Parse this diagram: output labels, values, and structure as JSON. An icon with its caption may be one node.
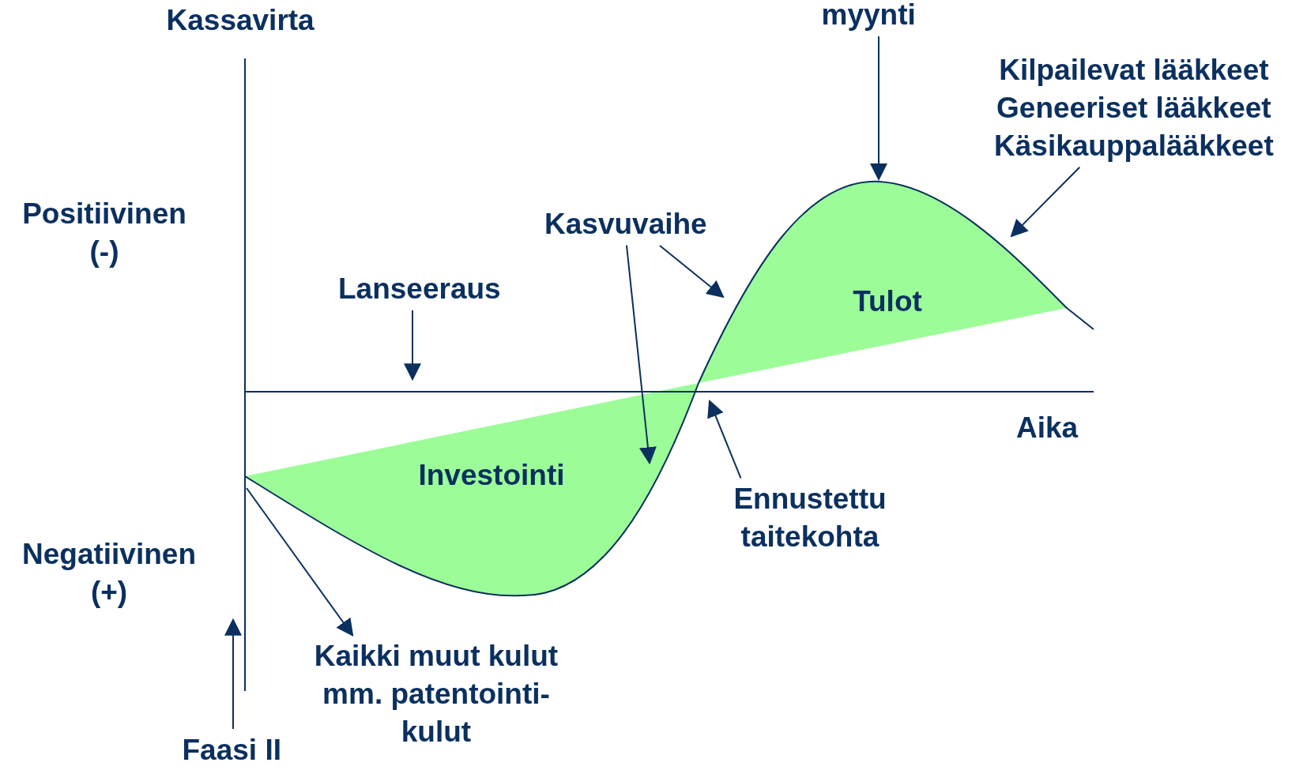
{
  "diagram": {
    "nodes": [
      {
        "text": [
          "myynti"
        ]
      },
      {
        "text": [
          "Kilpailevat lääkkeet",
          "Geneeriset lääkkeet",
          "Käsikauppalääkkeet"
        ]
      },
      {
        "text": [
          "Kasvuvaihe"
        ]
      },
      {
        "text": [
          "Lanseeraus"
        ]
      },
      {
        "text": [
          "Tulot"
        ]
      },
      {
        "text": [
          "Investointi"
        ]
      },
      {
        "text": [
          "Ennustettu taitekohta"
        ]
      },
      {
        "text": [
          "Kaikki muut kulut mm. patentointi- kulut"
        ]
      },
      {
        "text": [
          "Faasi II"
        ]
      }
    ],
    "edges": [
      {
        "from": 0,
        "to": 4,
        "arrow": "to"
      },
      {
        "from": 1,
        "to": 4,
        "arrow": "to"
      },
      {
        "from": 2,
        "to": 5,
        "arrow": "to"
      },
      {
        "from": 2,
        "to": 4,
        "arrow": "to"
      },
      {
        "from": 3,
        "to": null,
        "arrow": "to"
      },
      {
        "from": 6,
        "to": 5,
        "arrow": "to"
      },
      {
        "from": 5,
        "to": 7,
        "arrow": "to"
      },
      {
        "from": 8,
        "to": null,
        "arrow": "to"
      }
    ],
    "labels": [
      "Kassavirta",
      "Positiivinen (-)",
      "Aika",
      "Negatiivinen (+)"
    ]
  }
}
